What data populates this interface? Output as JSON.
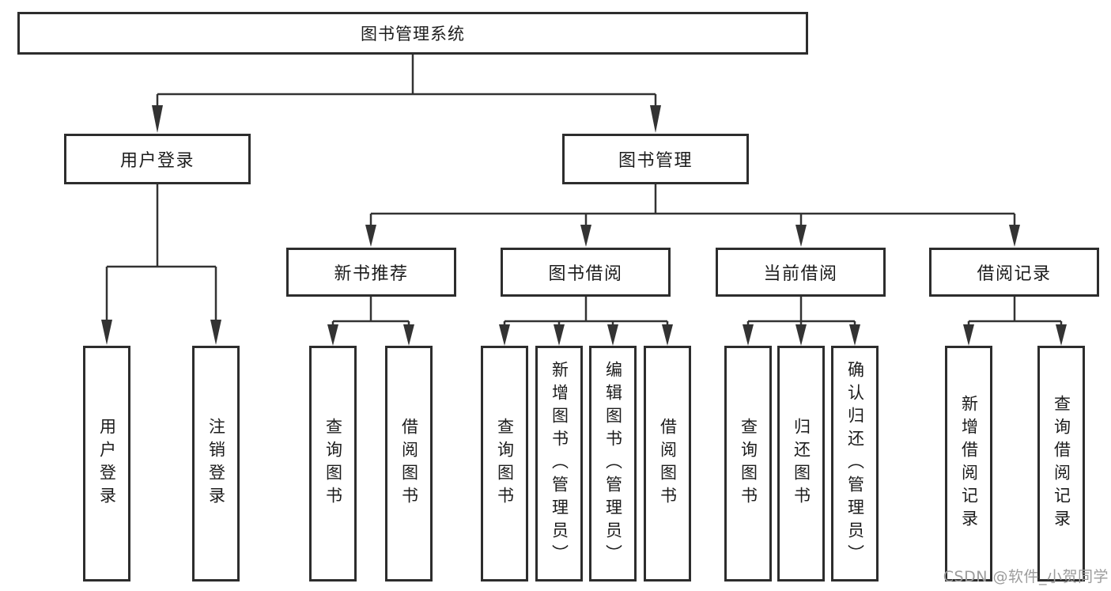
{
  "diagram": {
    "title": "图书管理系统",
    "watermark": "CSDN @软件_小贺同学",
    "colors": {
      "line": "#333333",
      "box_border": "#2d2d2d",
      "box_fill": "#ffffff",
      "text": "#1c1c1c",
      "watermark": "#9c9c9c"
    },
    "tree": {
      "root": {
        "label": "图书管理系统"
      },
      "branches": [
        {
          "label": "用户登录",
          "leaves": [
            "用户登录",
            "注销登录"
          ]
        },
        {
          "label": "图书管理",
          "children": [
            {
              "label": "新书推荐",
              "leaves": [
                "查询图书",
                "借阅图书"
              ]
            },
            {
              "label": "图书借阅",
              "leaves": [
                "查询图书",
                "新增图书（管理员）",
                "编辑图书（管理员）",
                "借阅图书"
              ]
            },
            {
              "label": "当前借阅",
              "leaves": [
                "查询图书",
                "归还图书",
                "确认归还（管理员）"
              ]
            },
            {
              "label": "借阅记录",
              "leaves": [
                "新增借阅记录",
                "查询借阅记录"
              ]
            }
          ]
        }
      ]
    }
  }
}
